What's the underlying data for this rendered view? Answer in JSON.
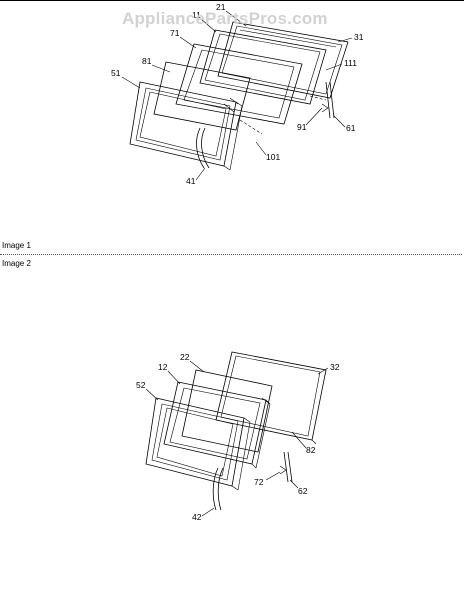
{
  "watermark": "AppliancePartsPros.com",
  "sections": [
    {
      "label": "Image 1",
      "callouts": [
        "21",
        "11",
        "71",
        "31",
        "81",
        "111",
        "51",
        "91",
        "61",
        "101",
        "41"
      ]
    },
    {
      "label": "Image 2",
      "callouts": [
        "32",
        "22",
        "12",
        "52",
        "82",
        "72",
        "62",
        "42"
      ]
    }
  ]
}
